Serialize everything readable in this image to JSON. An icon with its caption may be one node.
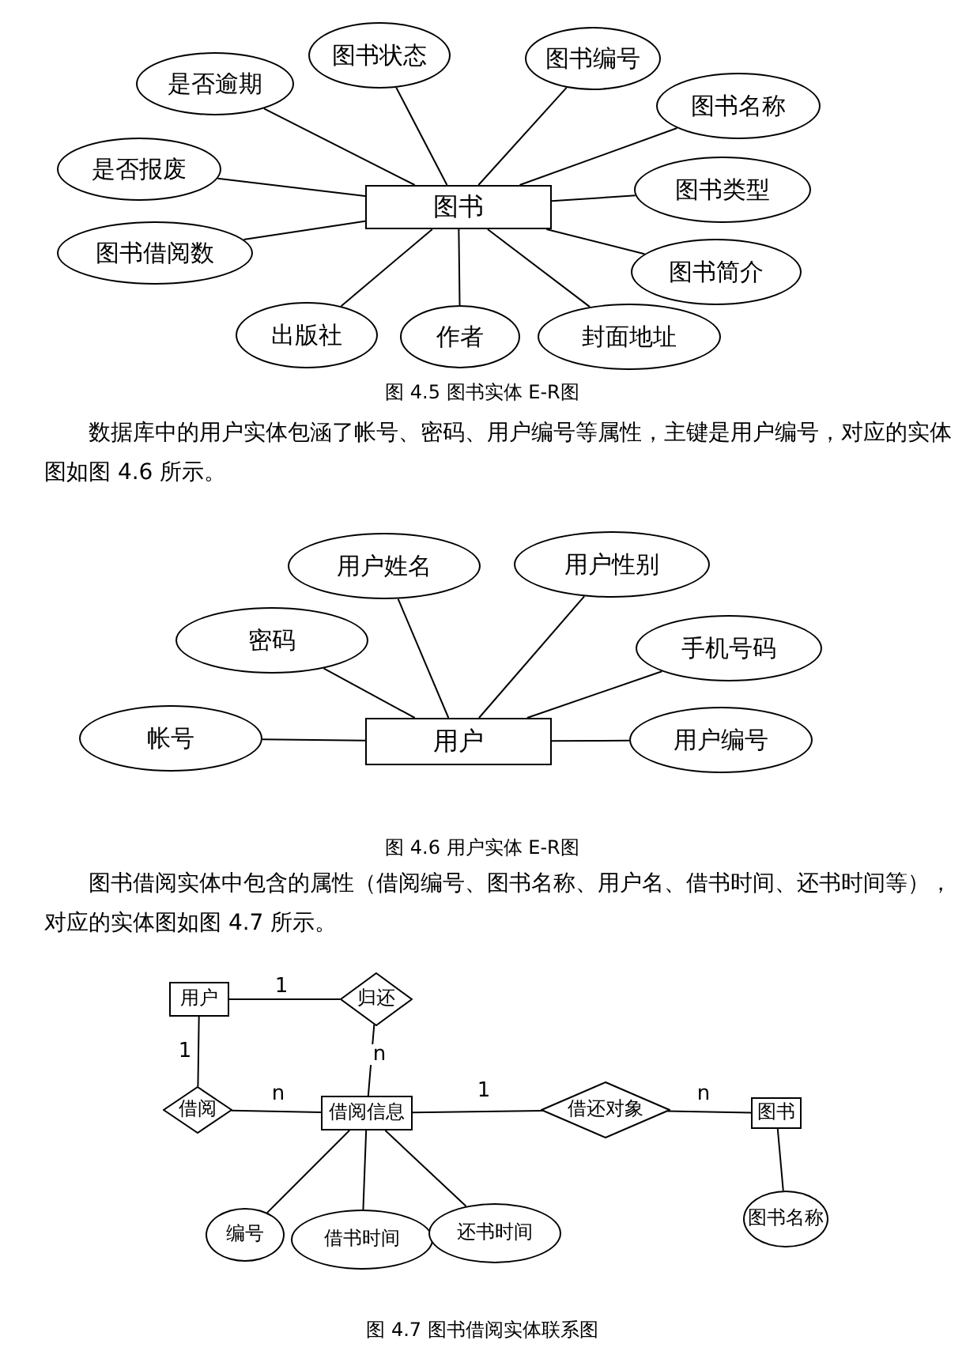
{
  "diagram": {
    "nodes": [
      {
        "text": [
          "图书状态"
        ]
      },
      {
        "text": [
          "图书编号"
        ]
      },
      {
        "text": [
          "是否逾期"
        ]
      },
      {
        "text": [
          "图书名称"
        ]
      },
      {
        "text": [
          "是否报废"
        ]
      },
      {
        "text": [
          "图书"
        ]
      },
      {
        "text": [
          "图书类型"
        ]
      },
      {
        "text": [
          "图书借阅数"
        ]
      },
      {
        "text": [
          "图书简介"
        ]
      },
      {
        "text": [
          "出版社"
        ]
      },
      {
        "text": [
          "作者"
        ]
      },
      {
        "text": [
          "封面地址"
        ]
      },
      {
        "text": [
          "用户姓名"
        ]
      },
      {
        "text": [
          "用户性别"
        ]
      },
      {
        "text": [
          "密码"
        ]
      },
      {
        "text": [
          "手机号码"
        ]
      },
      {
        "text": [
          "帐号"
        ]
      },
      {
        "text": [
          "用户"
        ]
      },
      {
        "text": [
          "用户编号"
        ]
      },
      {
        "text": [
          "用户"
        ]
      },
      {
        "text": [
          "归还"
        ]
      },
      {
        "text": [
          "借阅"
        ]
      },
      {
        "text": [
          "借阅信息"
        ]
      },
      {
        "text": [
          "借还对象"
        ]
      },
      {
        "text": [
          "图书"
        ]
      },
      {
        "text": [
          "编号"
        ]
      },
      {
        "text": [
          "借书时间"
        ]
      },
      {
        "text": [
          "还书时间"
        ]
      },
      {
        "text": [
          "图书名称"
        ]
      }
    ],
    "edges": [
      {
        "from": 0,
        "to": 5,
        "arrow": "none"
      },
      {
        "from": 1,
        "to": 5,
        "arrow": "none"
      },
      {
        "from": 2,
        "to": 5,
        "arrow": "none"
      },
      {
        "from": 3,
        "to": 5,
        "arrow": "none"
      },
      {
        "from": 4,
        "to": 5,
        "arrow": "none"
      },
      {
        "from": 6,
        "to": 5,
        "arrow": "none"
      },
      {
        "from": 7,
        "to": 5,
        "arrow": "none"
      },
      {
        "from": 8,
        "to": 5,
        "arrow": "none"
      },
      {
        "from": 9,
        "to": 5,
        "arrow": "none"
      },
      {
        "from": 10,
        "to": 5,
        "arrow": "none"
      },
      {
        "from": 11,
        "to": 5,
        "arrow": "none"
      },
      {
        "from": 12,
        "to": 17,
        "arrow": "none"
      },
      {
        "from": 13,
        "to": 17,
        "arrow": "none"
      },
      {
        "from": 14,
        "to": 17,
        "arrow": "none"
      },
      {
        "from": 15,
        "to": 17,
        "arrow": "none"
      },
      {
        "from": 16,
        "to": 17,
        "arrow": "none"
      },
      {
        "from": 18,
        "to": 17,
        "arrow": "none"
      },
      {
        "from": 19,
        "to": 20,
        "arrow": "none",
        "label": "1"
      },
      {
        "from": 19,
        "to": 21,
        "arrow": "none",
        "label": "1"
      },
      {
        "from": 21,
        "to": 22,
        "arrow": "none",
        "label": "n"
      },
      {
        "from": 20,
        "to": 22,
        "arrow": "none",
        "label": "n"
      },
      {
        "from": 22,
        "to": 23,
        "arrow": "none",
        "label": "1"
      },
      {
        "from": 23,
        "to": 24,
        "arrow": "none",
        "label": "n"
      },
      {
        "from": 22,
        "to": 25,
        "arrow": "none"
      },
      {
        "from": 22,
        "to": 26,
        "arrow": "none"
      },
      {
        "from": 22,
        "to": 27,
        "arrow": "none"
      },
      {
        "from": 24,
        "to": 28,
        "arrow": "none"
      }
    ],
    "labels": [
      "图 4.5 图书实体 E-R图",
      "数据库中的用户实体包涵了帐号、密码、用户编号等属性，主键是用户编号，对应的实体图如图 4.6 所示。",
      "图 4.6 用户实体 E-R图",
      "图书借阅实体中包含的属性（借阅编号、图书名称、用户名、借书时间、还书时间等），对应的实体图如图 4.7 所示。",
      "图 4.7 图书借阅实体联系图"
    ]
  }
}
